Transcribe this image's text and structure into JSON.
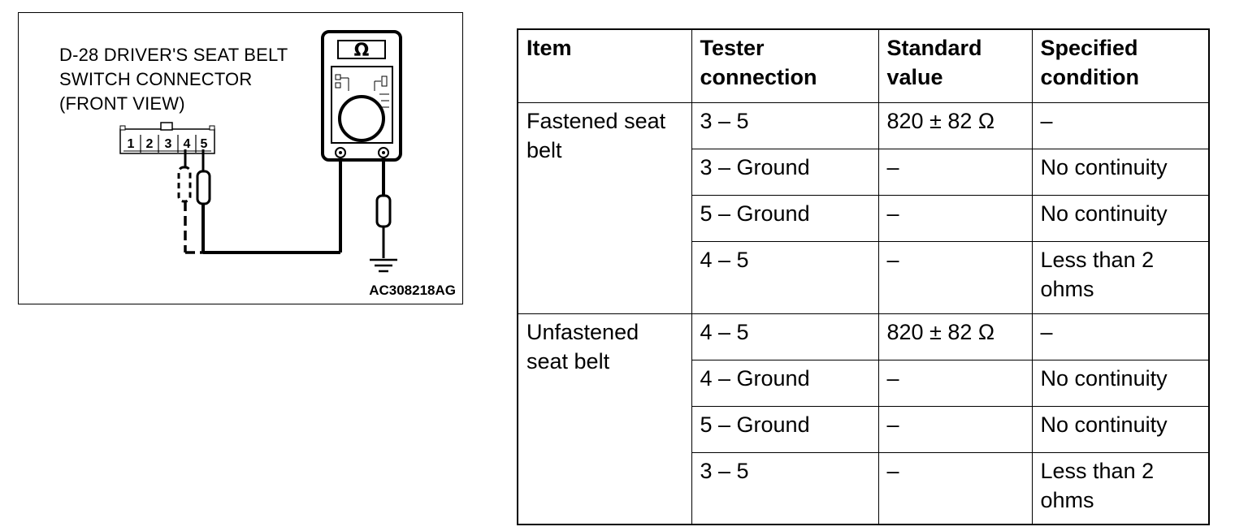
{
  "figure": {
    "caption_lines": [
      "D-28 DRIVER'S SEAT BELT",
      "SWITCH CONNECTOR",
      "(FRONT VIEW)"
    ],
    "meter_symbol": "Ω",
    "pins": [
      "1",
      "2",
      "3",
      "4",
      "5"
    ],
    "figure_id": "AC308218AG"
  },
  "table": {
    "headers": {
      "item_line1": "Item",
      "item_line2": "",
      "connection_line1": "Tester",
      "connection_line2": "connection",
      "standard_line1": "Standard",
      "standard_line2": "value",
      "condition_line1": "Specified",
      "condition_line2": "condition"
    },
    "groups": [
      {
        "item_line1": "Fastened seat",
        "item_line2": "belt",
        "rows": [
          {
            "connection": "3 – 5",
            "standard": "820 ± 82 Ω",
            "condition": "–"
          },
          {
            "connection": "3 – Ground",
            "standard": "–",
            "condition": "No continuity"
          },
          {
            "connection": "5 – Ground",
            "standard": "–",
            "condition": "No continuity"
          },
          {
            "connection": "4 – 5",
            "standard": "–",
            "condition_line1": "Less than 2",
            "condition_line2": "ohms"
          }
        ]
      },
      {
        "item_line1": "Unfastened",
        "item_line2": "seat belt",
        "rows": [
          {
            "connection": "4 – 5",
            "standard": "820 ± 82 Ω",
            "condition": "–"
          },
          {
            "connection": "4 – Ground",
            "standard": "–",
            "condition": "No continuity"
          },
          {
            "connection": "5 – Ground",
            "standard": "–",
            "condition": "No continuity"
          },
          {
            "connection": "3 – 5",
            "standard": "–",
            "condition_line1": "Less than 2",
            "condition_line2": "ohms"
          }
        ]
      }
    ]
  }
}
